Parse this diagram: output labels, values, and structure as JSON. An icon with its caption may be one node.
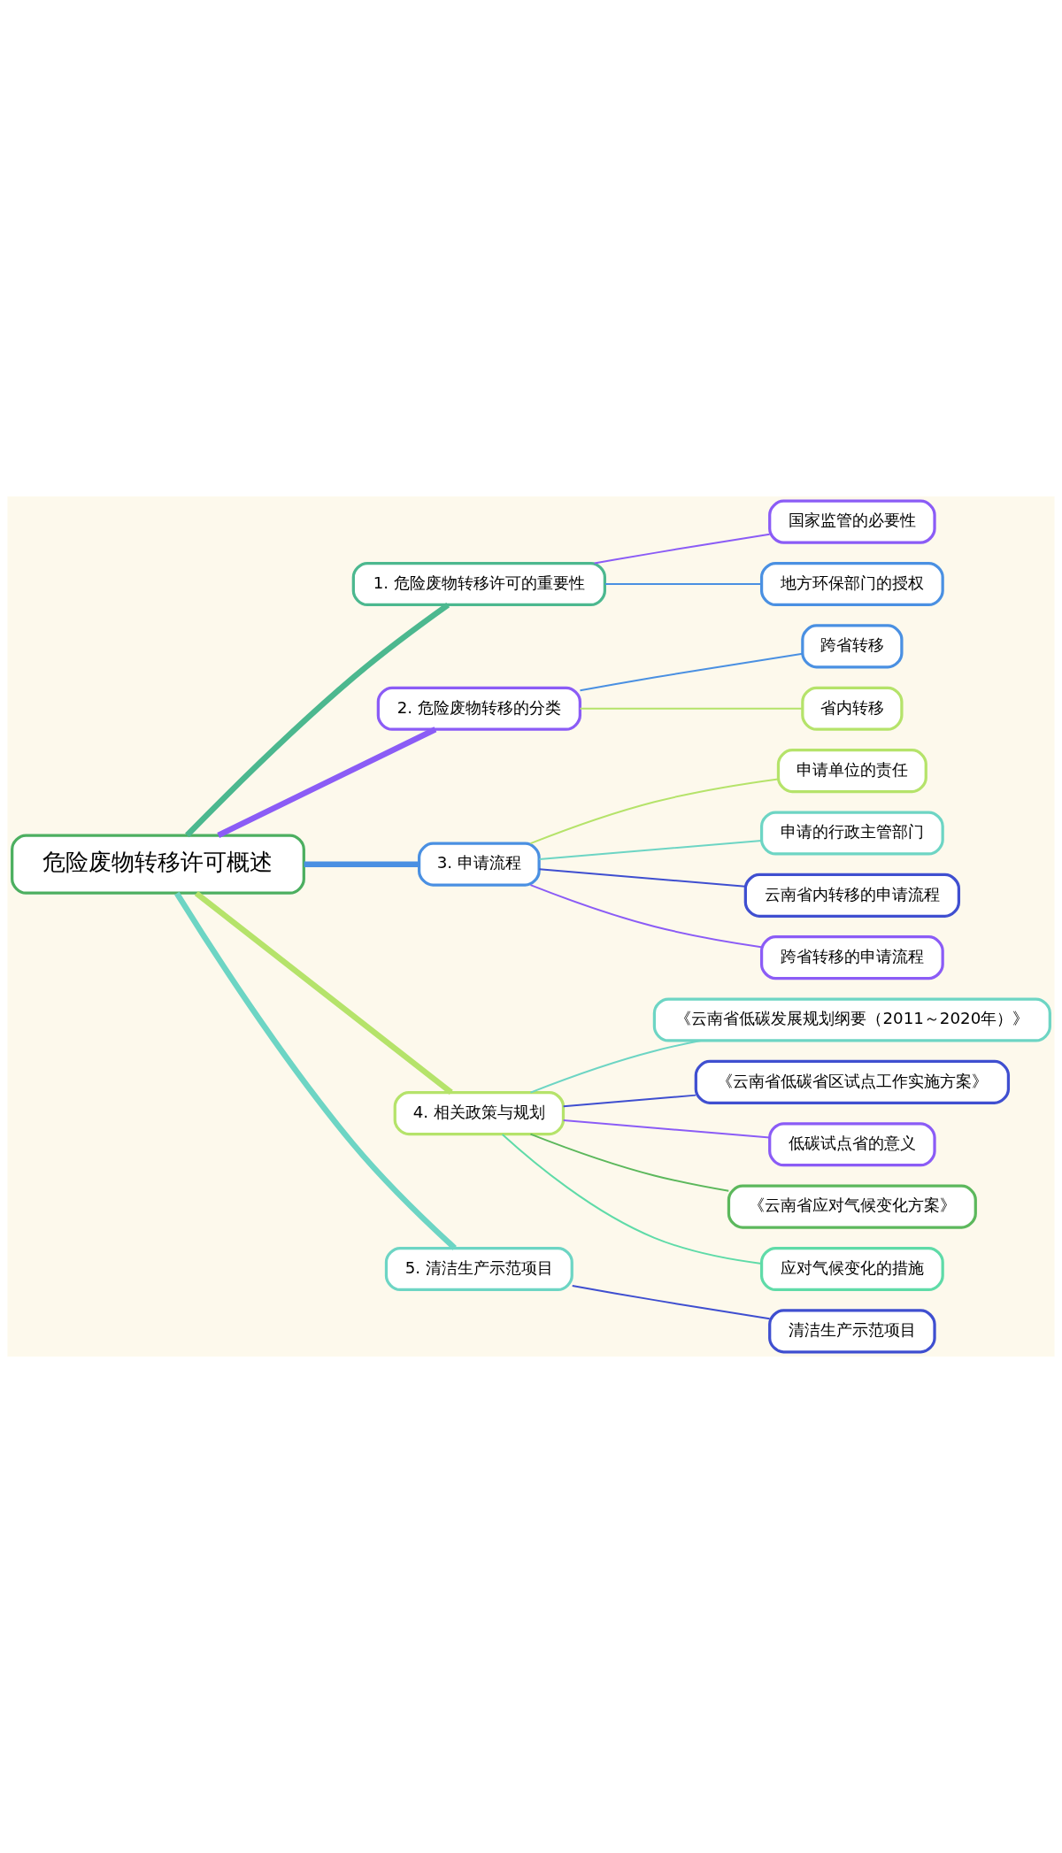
{
  "diagram": {
    "nodes": [
      {
        "text": [
          "危险废物转移许可概述"
        ]
      },
      {
        "text": [
          "1. 危险废物转移许可的重要性"
        ]
      },
      {
        "text": [
          "国家监管的必要性"
        ]
      },
      {
        "text": [
          "地方环保部门的授权"
        ]
      },
      {
        "text": [
          "2. 危险废物转移的分类"
        ]
      },
      {
        "text": [
          "跨省转移"
        ]
      },
      {
        "text": [
          "省内转移"
        ]
      },
      {
        "text": [
          "3. 申请流程"
        ]
      },
      {
        "text": [
          "申请单位的责任"
        ]
      },
      {
        "text": [
          "申请的行政主管部门"
        ]
      },
      {
        "text": [
          "云南省内转移的申请流程"
        ]
      },
      {
        "text": [
          "跨省转移的申请流程"
        ]
      },
      {
        "text": [
          "4. 相关政策与规划"
        ]
      },
      {
        "text": [
          "《云南省低碳发展规划纲要（2011～2020年）》"
        ]
      },
      {
        "text": [
          "《云南省低碳省区试点工作实施方案》"
        ]
      },
      {
        "text": [
          "低碳试点省的意义"
        ]
      },
      {
        "text": [
          "《云南省应对气候变化方案》"
        ]
      },
      {
        "text": [
          "应对气候变化的措施"
        ]
      },
      {
        "text": [
          "5. 清洁生产示范项目"
        ]
      },
      {
        "text": [
          "清洁生产示范项目"
        ]
      }
    ],
    "edges": [
      {
        "from": 0,
        "to": 1,
        "arrow": "none",
        "style": "thick",
        "color": "#4cb88f"
      },
      {
        "from": 1,
        "to": 2,
        "arrow": "none",
        "color": "#8b5cf6"
      },
      {
        "from": 1,
        "to": 3,
        "arrow": "none",
        "color": "#4a90e2"
      },
      {
        "from": 0,
        "to": 4,
        "arrow": "none",
        "style": "thick",
        "color": "#8b5cf6"
      },
      {
        "from": 4,
        "to": 5,
        "arrow": "none",
        "color": "#4a90e2"
      },
      {
        "from": 4,
        "to": 6,
        "arrow": "none",
        "color": "#b5e36a"
      },
      {
        "from": 0,
        "to": 7,
        "arrow": "none",
        "style": "thick",
        "color": "#4a90e2"
      },
      {
        "from": 7,
        "to": 8,
        "arrow": "none",
        "color": "#b5e36a"
      },
      {
        "from": 7,
        "to": 9,
        "arrow": "none",
        "color": "#6dd5c4"
      },
      {
        "from": 7,
        "to": 10,
        "arrow": "none",
        "color": "#3f4fd0"
      },
      {
        "from": 7,
        "to": 11,
        "arrow": "none",
        "color": "#8b5cf6"
      },
      {
        "from": 0,
        "to": 12,
        "arrow": "none",
        "style": "thick",
        "color": "#b5e36a"
      },
      {
        "from": 12,
        "to": 13,
        "arrow": "none",
        "color": "#6dd5c4"
      },
      {
        "from": 12,
        "to": 14,
        "arrow": "none",
        "color": "#3f4fd0"
      },
      {
        "from": 12,
        "to": 15,
        "arrow": "none",
        "color": "#8b5cf6"
      },
      {
        "from": 12,
        "to": 16,
        "arrow": "none",
        "color": "#5cb85c"
      },
      {
        "from": 12,
        "to": 17,
        "arrow": "none",
        "color": "#5fdba8"
      },
      {
        "from": 0,
        "to": 18,
        "arrow": "none",
        "style": "thick",
        "color": "#6dd5c4"
      },
      {
        "from": 18,
        "to": 19,
        "arrow": "none",
        "color": "#3f4fd0"
      }
    ]
  }
}
